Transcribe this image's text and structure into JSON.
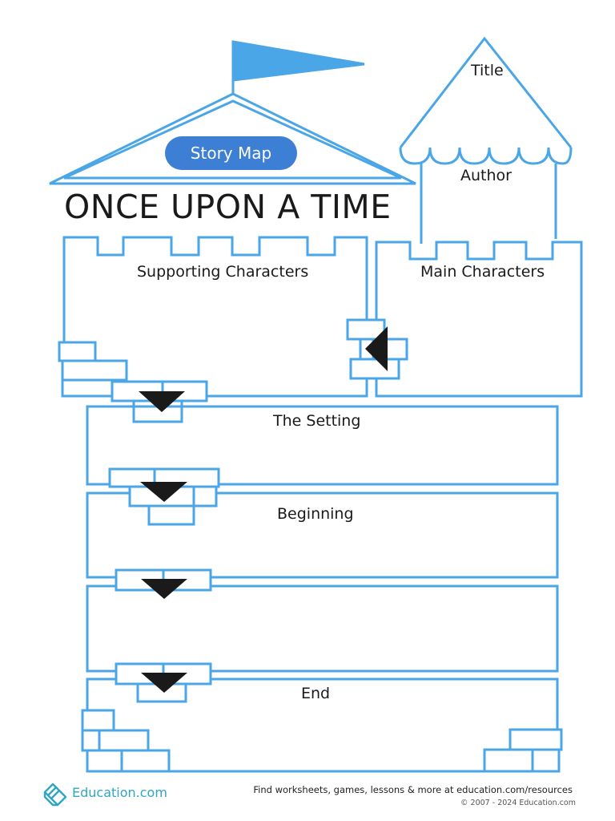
{
  "worksheet": {
    "badge": "Story Map",
    "heading": "ONCE UPON A TIME",
    "tower": {
      "title_label": "Title",
      "author_label": "Author"
    },
    "sections": {
      "supporting_characters": "Supporting Characters",
      "main_characters": "Main Characters",
      "setting": "The Setting",
      "beginning": "Beginning",
      "middle": "",
      "end": "End"
    }
  },
  "footer": {
    "brand": "Education.com",
    "note": "Find worksheets, games, lessons & more at education.com/resources",
    "copyright": "© 2007 - 2024 Education.com"
  },
  "colors": {
    "outline": "#4aa6e6",
    "flag": "#4aa6e6",
    "badge_bg": "#3d7fd4",
    "arrow": "#1a1a1a",
    "brand": "#2fa7bf"
  },
  "icons": [
    "flag-icon",
    "education-logo-icon",
    "down-arrow-icon",
    "left-arrow-icon"
  ]
}
